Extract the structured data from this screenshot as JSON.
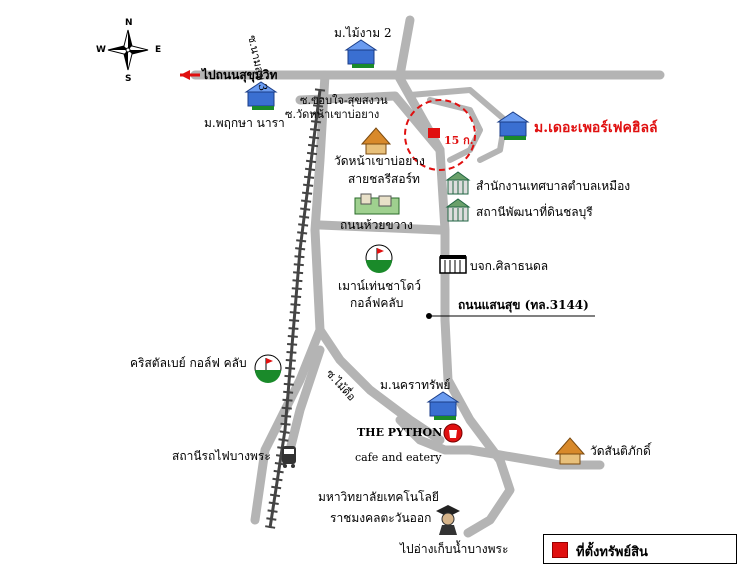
{
  "compass": {
    "n": "N",
    "s": "S",
    "e": "E",
    "w": "W"
  },
  "roads": {
    "to_sukhumvit": "ไปถนนสุขุมวิท",
    "sukhumvit_3": "ซ.นามสุข 3",
    "soi_khobjai": "ซ.ขอบใจ-สุขสงวน",
    "soi_wat": "ซ.วัดหน้าเขาบ่อยาง",
    "huai_khwang": "ถนนห้วยขวาง",
    "saensuk": "ถนนแสนสุข (ทล.3144)",
    "soi_maidue": "ซ.ไม้ดื่อ",
    "to_reservoir": "ไปอ่างเก็บน้ำบางพระ"
  },
  "places": {
    "mai_ngam": "ม.ไม้งาม 2",
    "pruksa": "ม.พฤกษา นารา",
    "perfect_hills": "ม.เดอะเพอร์เฟคฮิลล์",
    "distance": "15 ก.",
    "wat_line1": "วัดหน้าเขาบ่อยาง",
    "wat_line2": "สายชลรีสอร์ท",
    "municipal": "สำนักงานเทศบาลตำบลเหมือง",
    "land_dev": "สถานีพัฒนาที่ดินชลบุรี",
    "silathon": "บจก.ศิลาธนดล",
    "mountain_line1": "เมาน์เท่นชาโดว์",
    "mountain_line2": "กอล์ฟคลับ",
    "crystal": "คริสตัลเบย์ กอล์ฟ คลับ",
    "nakhon": "ม.นคราทรัพย์",
    "python_line1": "THE PYTHON",
    "python_line2": "cafe and eatery",
    "wat_san": "วัดสันติภักดิ์",
    "station": "สถานีรถไฟบางพระ",
    "uni_line1": "มหาวิทยาลัยเทคโนโลยี",
    "uni_line2": "ราชมงคลตะวันออก"
  },
  "legend": {
    "label": "ที่ตั้งทรัพย์สิน"
  },
  "colors": {
    "road": "#b4b4b4",
    "rail": "#444444",
    "target": "#e01010",
    "accent_green": "#1a8a2a"
  },
  "icons": [
    "compass-rose-icon",
    "house-icon",
    "temple-icon",
    "building-icon",
    "golf-icon",
    "resort-icon",
    "train-icon",
    "graduate-icon",
    "cafe-icon"
  ]
}
